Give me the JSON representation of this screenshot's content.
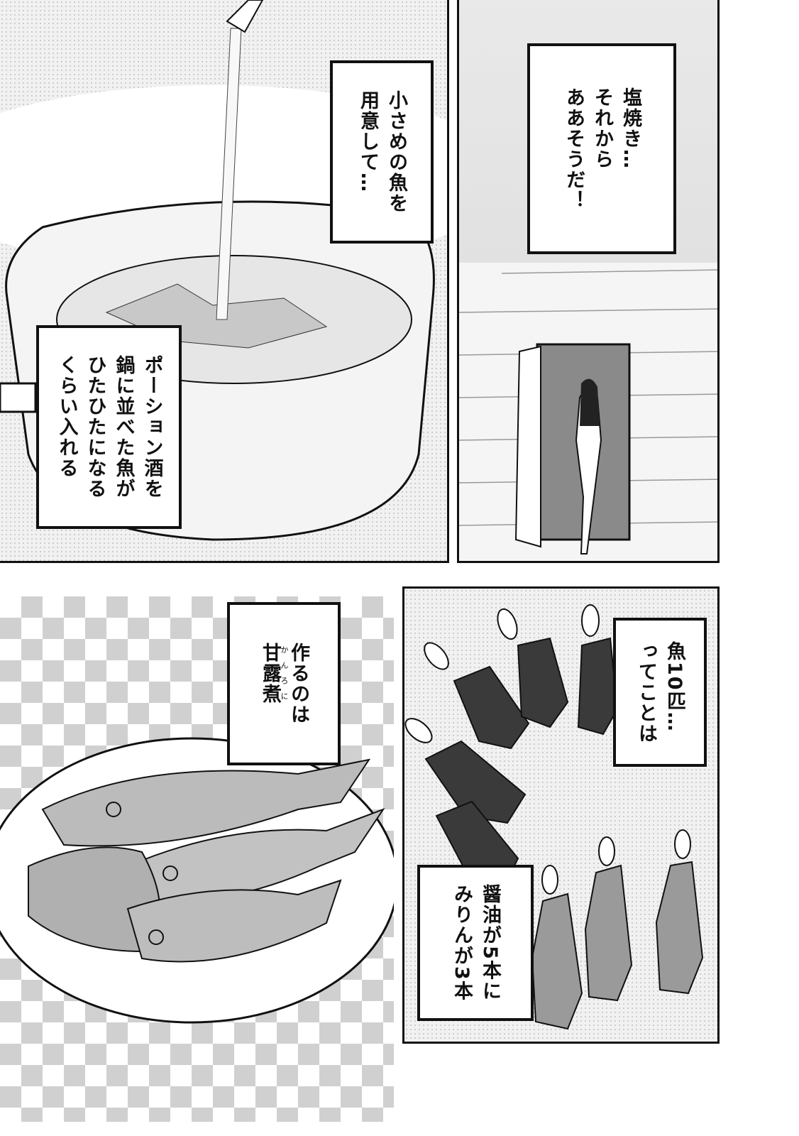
{
  "page": {
    "panels": [
      {
        "id": "pot",
        "captions": [
          {
            "lines": [
              "小さめの魚を",
              "用意して…"
            ]
          },
          {
            "lines": [
              "ポーション酒を",
              "鍋に並べた魚が",
              "ひたひたになる",
              "くらい入れる"
            ]
          }
        ]
      },
      {
        "id": "door",
        "captions": [
          {
            "lines": [
              "塩焼き…",
              "それから",
              "ああそうだ！"
            ]
          }
        ]
      },
      {
        "id": "fish-plate",
        "captions": [
          {
            "lines": [
              "作るのは"
            ],
            "ruby_base": "甘露煮",
            "ruby_text": "かんろに"
          }
        ]
      },
      {
        "id": "bottles",
        "captions": [
          {
            "lines": [
              "魚10匹…",
              "ってことは"
            ]
          },
          {
            "lines": [
              "醤油が5本に",
              "みりんが3本"
            ]
          }
        ]
      }
    ]
  }
}
